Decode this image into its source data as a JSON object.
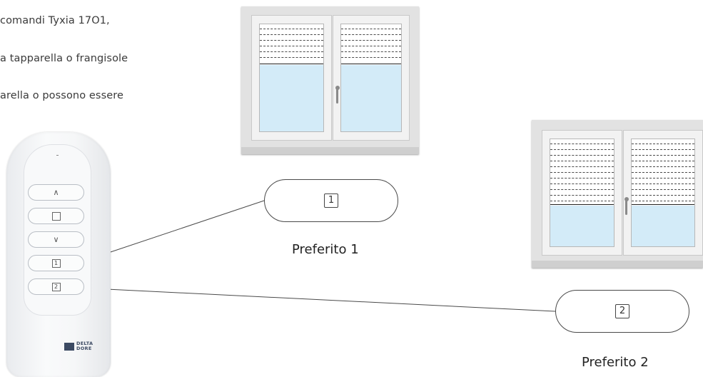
{
  "intro_lines": [
    "comandi Tyxia 17O1,",
    "a tapparella o frangisole",
    "arella o possono essere"
  ],
  "remote": {
    "keys": [
      {
        "name": "up",
        "symbol": "∧"
      },
      {
        "name": "stop",
        "symbol": ""
      },
      {
        "name": "down",
        "symbol": "∨"
      },
      {
        "name": "fav1",
        "symbol": "1"
      },
      {
        "name": "fav2",
        "symbol": "2"
      }
    ],
    "brand_line1": "DELTA",
    "brand_line2": "DORE"
  },
  "favorites": [
    {
      "number": "1",
      "label": "Preferito 1"
    },
    {
      "number": "2",
      "label": "Preferito 2"
    }
  ],
  "colors": {
    "glass": "#d3ebf8",
    "frame": "#e2e2e2",
    "line": "#4a4a4a",
    "brand": "#3c4a63"
  },
  "windows": [
    {
      "name": "window-preferito-1",
      "shutter_closed_fraction": 0.38
    },
    {
      "name": "window-preferito-2",
      "shutter_closed_fraction": 0.62
    }
  ]
}
